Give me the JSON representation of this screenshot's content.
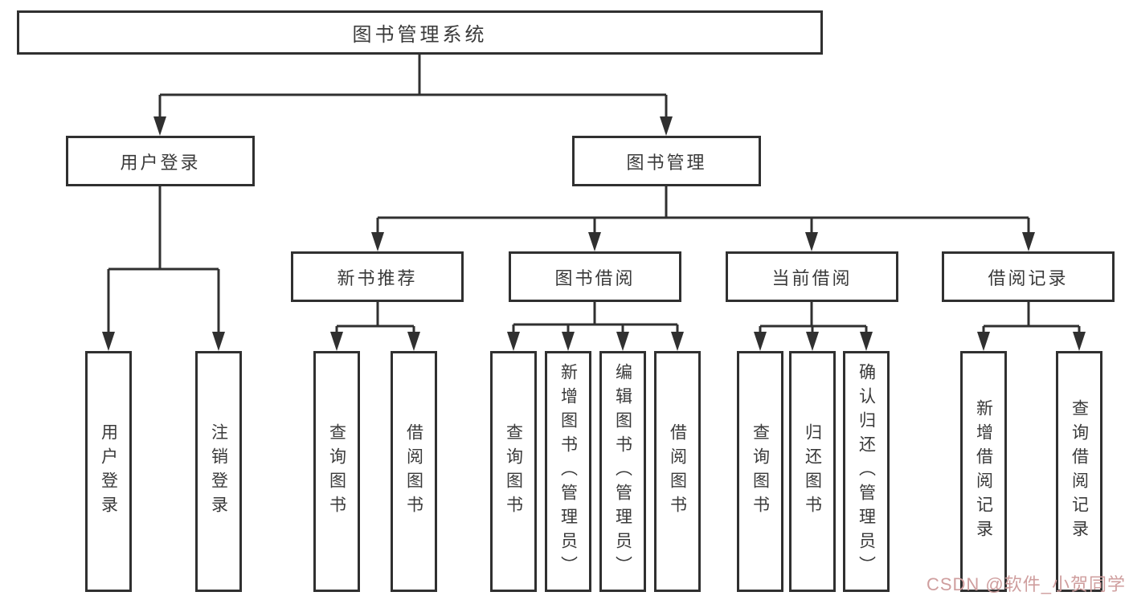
{
  "tree": {
    "root": {
      "label": "图书管理系统"
    },
    "level2": [
      {
        "label": "用户登录",
        "children": [
          "用户登录",
          "注销登录"
        ]
      },
      {
        "label": "图书管理",
        "children": [
          {
            "label": "新书推荐",
            "children": [
              "查询图书",
              "借阅图书"
            ]
          },
          {
            "label": "图书借阅",
            "children": [
              "查询图书",
              "新增图书（管理员）",
              "编辑图书（管理员）",
              "借阅图书"
            ]
          },
          {
            "label": "当前借阅",
            "children": [
              "查询图书",
              "归还图书",
              "确认归还（管理员）"
            ]
          },
          {
            "label": "借阅记录",
            "children": [
              "新增借阅记录",
              "查询借阅记录"
            ]
          }
        ]
      }
    ]
  },
  "watermark": {
    "text": "CSDN @软件_小贺同学"
  },
  "colors": {
    "line": "#303030",
    "text": "#3a3a3a",
    "background": "#ffffff",
    "watermark": "#cf9e9e"
  }
}
